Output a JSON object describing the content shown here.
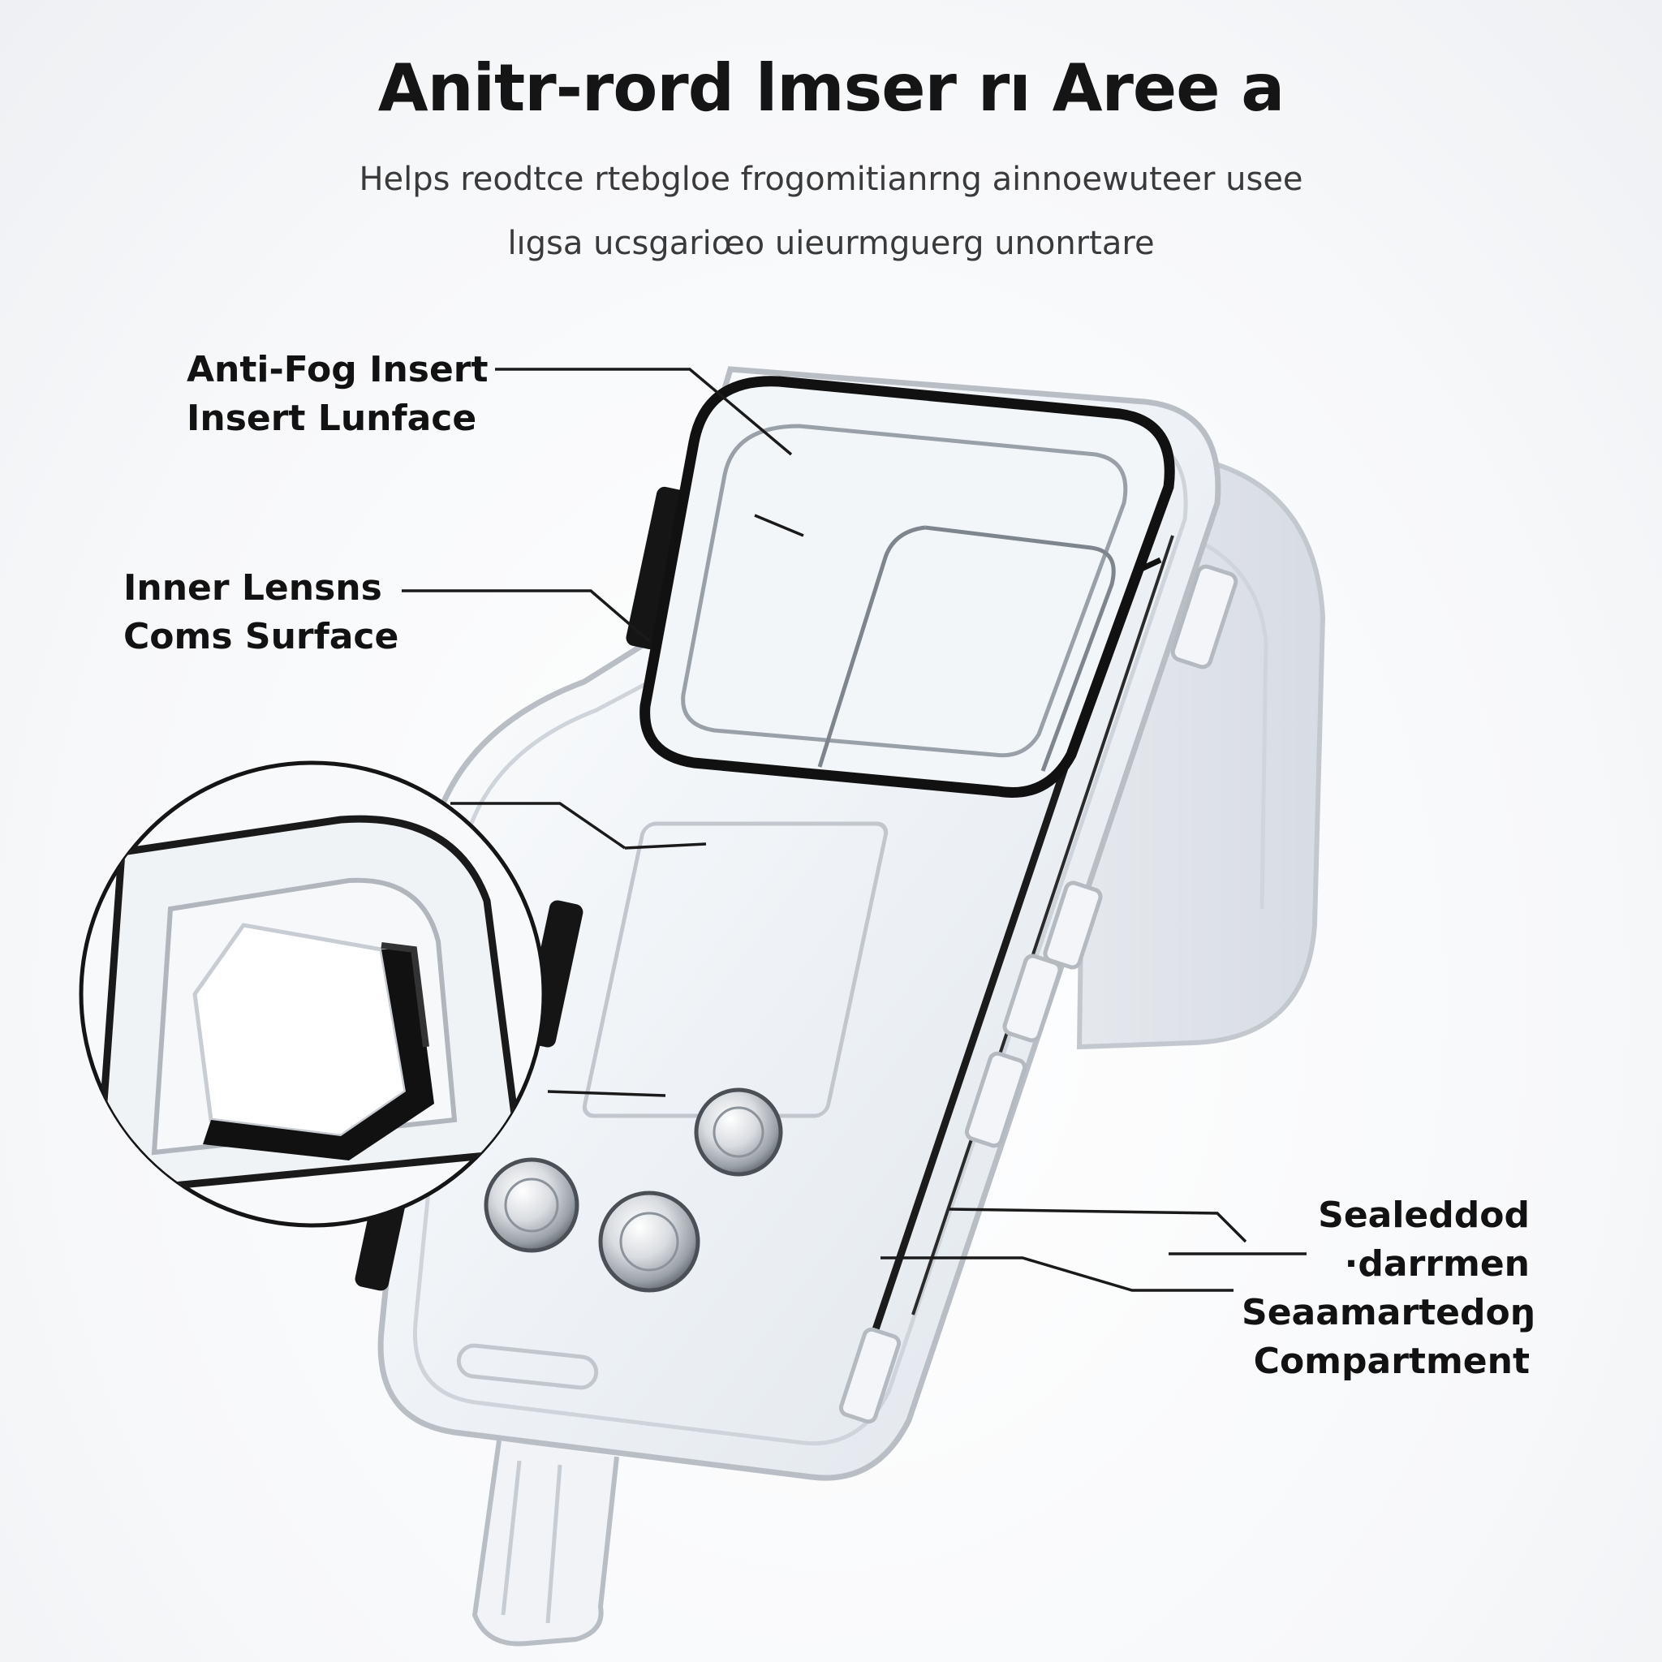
{
  "header": {
    "title": "Anitr-rord lmser rı Aree a",
    "subtitle_line1": "Helps reodtce rtebgloe frogomitianrng ainnoewuteer usee",
    "subtitle_line2": "lıgsa ucsgariœo uieurmguerg unonrtare"
  },
  "callouts": {
    "anti_fog": {
      "line1": "Anti-Fog Insert",
      "line2": "Insert Lunface"
    },
    "inner_lens": {
      "line1": "Inner Lensns",
      "line2": "Coms Surface"
    },
    "sealed": {
      "line1": "Sealeddod",
      "line2": "·darrmen",
      "line3": "Seaamartedoŋ",
      "line4": "Compartment"
    }
  },
  "colors": {
    "leader_line": "#1a1a1a",
    "case_outline": "#b9bec5",
    "gasket": "#111111",
    "clear_plastic": "#eef2f6"
  },
  "icons": [
    "housing-illustration",
    "magnified-lens-inset",
    "control-button"
  ]
}
